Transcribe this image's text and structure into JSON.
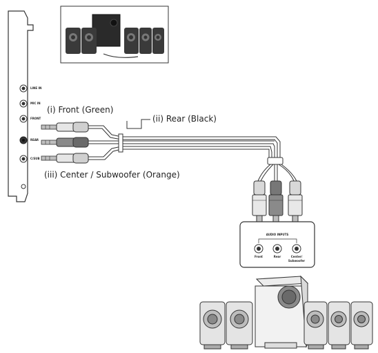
{
  "labels": {
    "front": "(i) Front (Green)",
    "rear": "(ii) Rear (Black)",
    "center": "(iii) Center / Subwoofer (Orange)"
  },
  "card_ports": {
    "line_in": "LINE IN",
    "mic_in": "MIC IN",
    "front": "FRONT",
    "rear": "REAR",
    "c_sub": "C/SUB"
  },
  "audio_inputs": {
    "title": "AUDIO INPUTS",
    "front": "Front",
    "rear": "Rear",
    "center_line1": "Center/",
    "center_line2": "Subwoofer"
  },
  "colors": {
    "outline": "#333333",
    "plug_metal": "#bfbfbf",
    "plug_dark": "#555555",
    "speaker_body": "#d9d9d9",
    "speaker_dark": "#9a9a9a"
  }
}
